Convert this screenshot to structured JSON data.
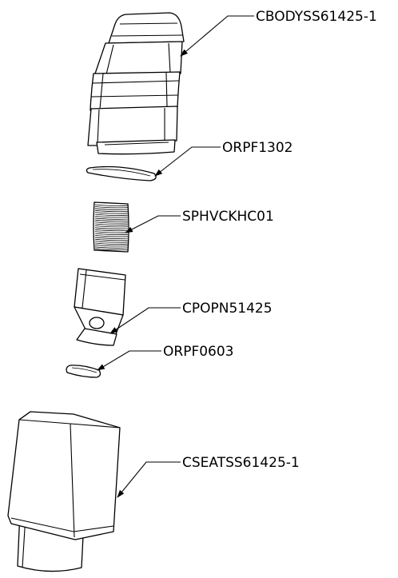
{
  "drawing": {
    "callouts": [
      {
        "id": "cbody",
        "label": "CBODYSS61425-1"
      },
      {
        "id": "oring-large",
        "label": "ORPF1302"
      },
      {
        "id": "spring",
        "label": "SPHVCKHC01"
      },
      {
        "id": "poppet",
        "label": "CPOPN51425"
      },
      {
        "id": "oring-small",
        "label": "ORPF0603"
      },
      {
        "id": "cseat",
        "label": "CSEATSS61425-1"
      }
    ],
    "colors": {
      "line": "#000000",
      "background": "#ffffff"
    }
  }
}
